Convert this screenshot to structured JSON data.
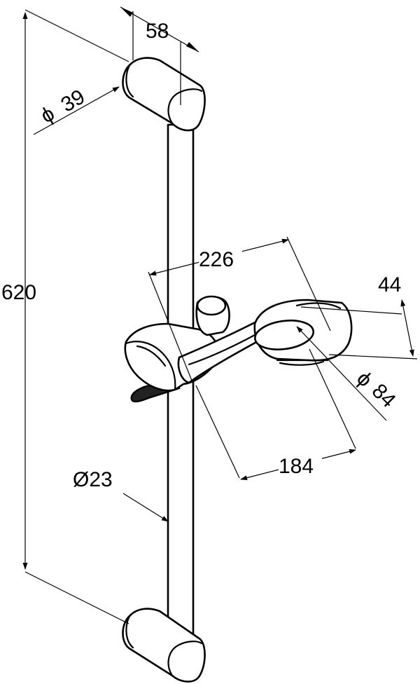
{
  "dimensions": {
    "height": "620",
    "bracket_depth": "58",
    "bracket_diameter": "39",
    "head_reach": "226",
    "head_depth": "44",
    "head_diameter": "84",
    "handle_length": "184",
    "rail_diameter": "Ø23"
  },
  "symbols": {
    "diameter": "ϕ"
  }
}
